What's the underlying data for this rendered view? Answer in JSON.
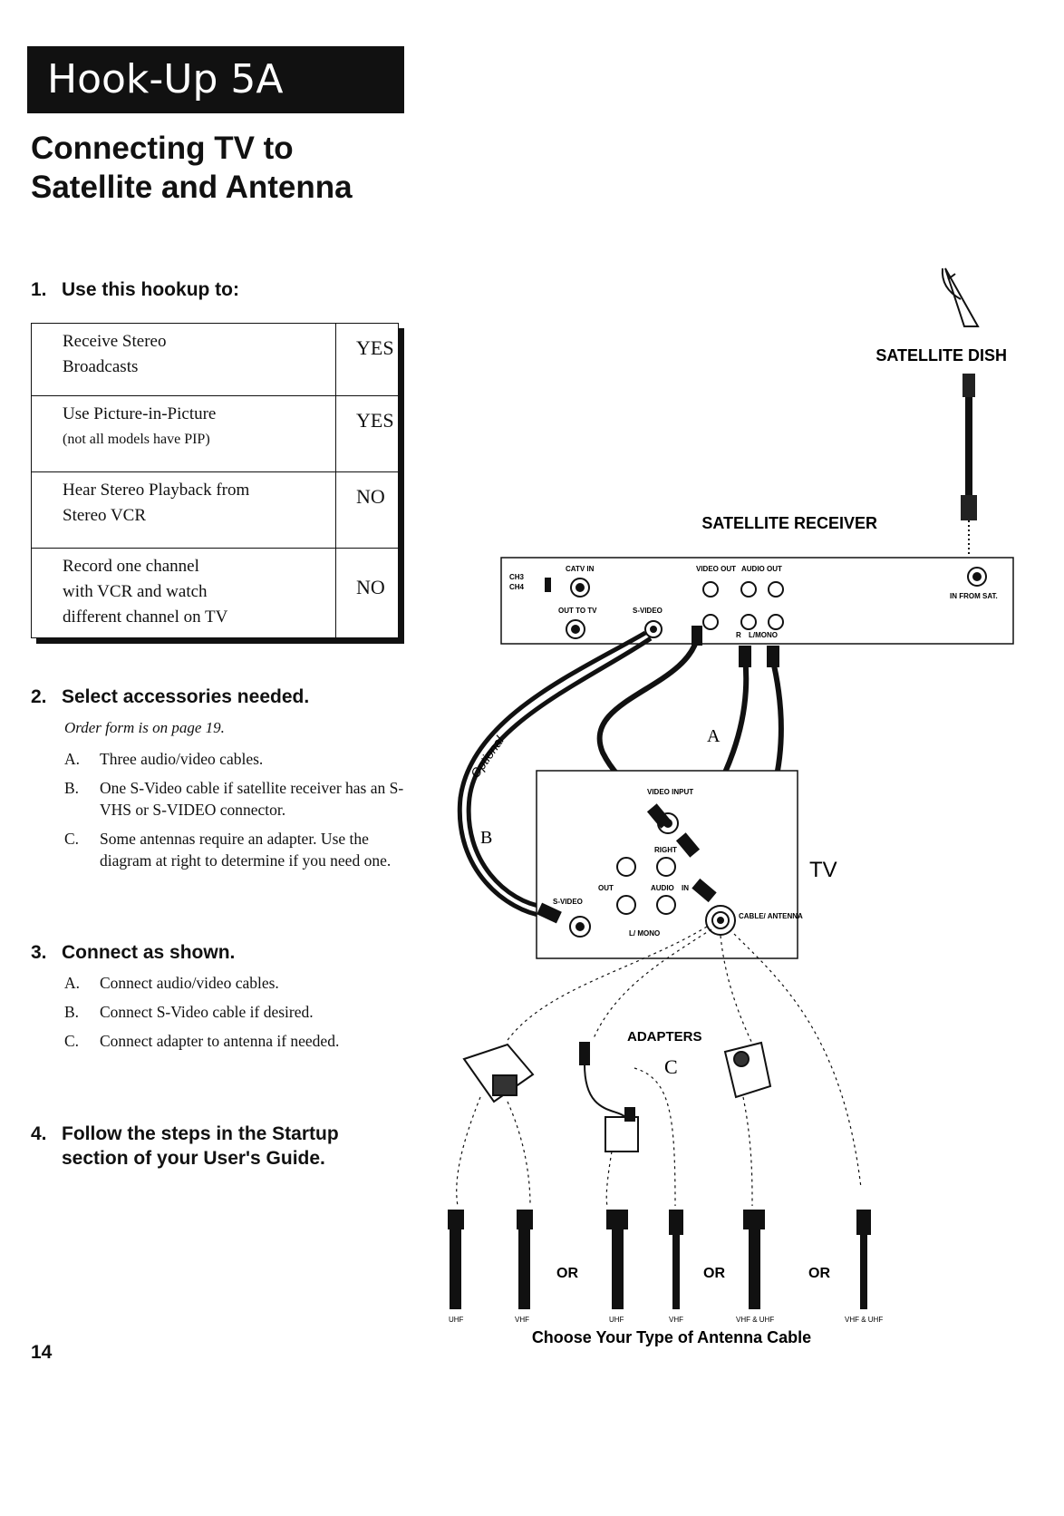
{
  "header": {
    "banner": "Hook-Up 5A",
    "title_line1": "Connecting TV to",
    "title_line2": "Satellite and Antenna"
  },
  "step1": {
    "num": "1.",
    "heading": "Use this hookup to:",
    "rows": [
      {
        "task_line1": "Receive Stereo",
        "task_line2": "Broadcasts",
        "task_line3": "",
        "answer": "YES"
      },
      {
        "task_line1": "Use Picture-in-Picture",
        "task_line2": "(not all models have PIP)",
        "task_line3": "",
        "answer": "YES"
      },
      {
        "task_line1": "Hear Stereo Playback from",
        "task_line2": "Stereo VCR",
        "task_line3": "",
        "answer": "NO"
      },
      {
        "task_line1": "Record one channel",
        "task_line2": "with VCR and watch",
        "task_line3": "different channel on TV",
        "answer": "NO"
      }
    ]
  },
  "step2": {
    "num": "2.",
    "heading": "Select accessories needed.",
    "note": "Order form is on page 19.",
    "items": [
      {
        "letter": "A.",
        "text": "Three audio/video cables."
      },
      {
        "letter": "B.",
        "text": "One S-Video cable if satellite receiver has an S-VHS or S-VIDEO connector."
      },
      {
        "letter": "C.",
        "text": "Some antennas require an adapter. Use the diagram at right to determine if you need one."
      }
    ]
  },
  "step3": {
    "num": "3.",
    "heading": "Connect as shown.",
    "items": [
      {
        "letter": "A.",
        "text": "Connect audio/video cables."
      },
      {
        "letter": "B.",
        "text": "Connect S-Video cable if desired."
      },
      {
        "letter": "C.",
        "text": "Connect adapter to antenna if needed."
      }
    ]
  },
  "step4": {
    "num": "4.",
    "heading_line1": "Follow the steps in the Startup",
    "heading_line2": "section of your User's Guide."
  },
  "page_number": "14",
  "diagram": {
    "satellite_dish": "SATELLITE DISH",
    "satellite_receiver": "SATELLITE RECEIVER",
    "tv": "TV",
    "label_a": "A",
    "label_b": "B",
    "label_c": "C",
    "optional": "Optional",
    "adapters": "ADAPTERS",
    "receiver_ports": {
      "ch3": "CH3",
      "ch4": "CH4",
      "catv_in": "CATV IN",
      "out_to_tv": "OUT TO TV",
      "s_video": "S-VIDEO",
      "video_out": "VIDEO OUT",
      "audio_out": "AUDIO OUT",
      "r": "R",
      "l_mono": "L/MONO",
      "in_from_sat": "IN FROM SAT."
    },
    "tv_ports": {
      "video_input": "VIDEO INPUT",
      "right": "RIGHT",
      "out": "OUT",
      "audio": "AUDIO",
      "in": "IN",
      "s_video": "S-VIDEO",
      "l_mono": "L/ MONO",
      "cable_antenna": "CABLE/ ANTENNA"
    },
    "or": "OR",
    "cable_labels": {
      "uhf": "UHF",
      "vhf": "VHF",
      "vhf_uhf": "VHF & UHF"
    },
    "caption": "Choose Your Type of Antenna Cable"
  }
}
